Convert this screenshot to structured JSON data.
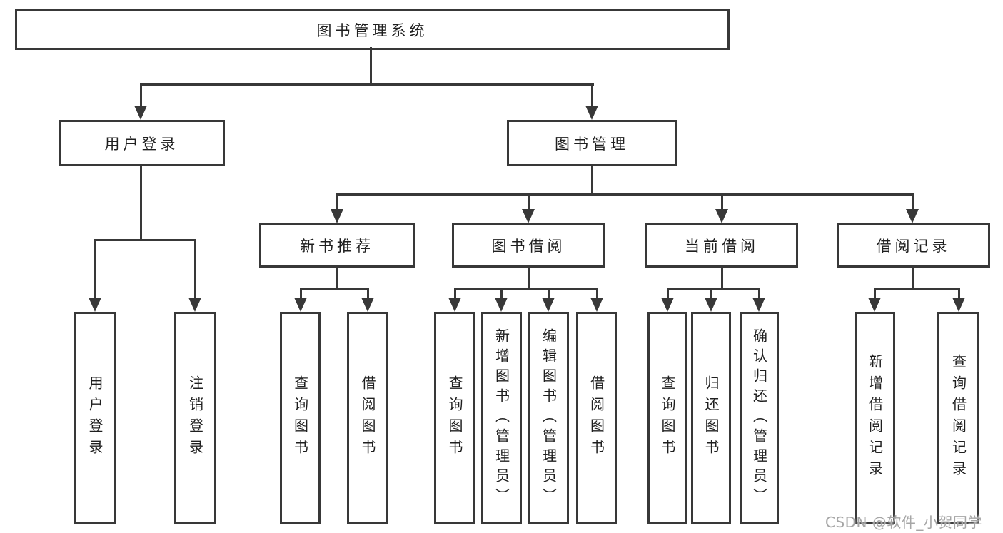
{
  "diagram_title": "图书管理系统",
  "tree": {
    "label": "图书管理系统",
    "children": [
      {
        "label": "用户登录",
        "children": [
          {
            "label": "用户登录"
          },
          {
            "label": "注销登录"
          }
        ]
      },
      {
        "label": "图书管理",
        "children": [
          {
            "label": "新书推荐",
            "children": [
              {
                "label": "查询图书"
              },
              {
                "label": "借阅图书"
              }
            ]
          },
          {
            "label": "图书借阅",
            "children": [
              {
                "label": "查询图书"
              },
              {
                "label": "新增图书（管理员）"
              },
              {
                "label": "编辑图书（管理员）"
              },
              {
                "label": "借阅图书"
              }
            ]
          },
          {
            "label": "当前借阅",
            "children": [
              {
                "label": "查询图书"
              },
              {
                "label": "归还图书"
              },
              {
                "label": "确认归还（管理员）"
              }
            ]
          },
          {
            "label": "借阅记录",
            "children": [
              {
                "label": "新增借阅记录"
              },
              {
                "label": "查询借阅记录"
              }
            ]
          }
        ]
      }
    ]
  },
  "watermark": "CSDN @软件_小贺同学",
  "colors": {
    "line": "#383838",
    "ink": "#1f1f1f",
    "canvas": "#ffffff",
    "watermark": "#a6a6a6"
  }
}
